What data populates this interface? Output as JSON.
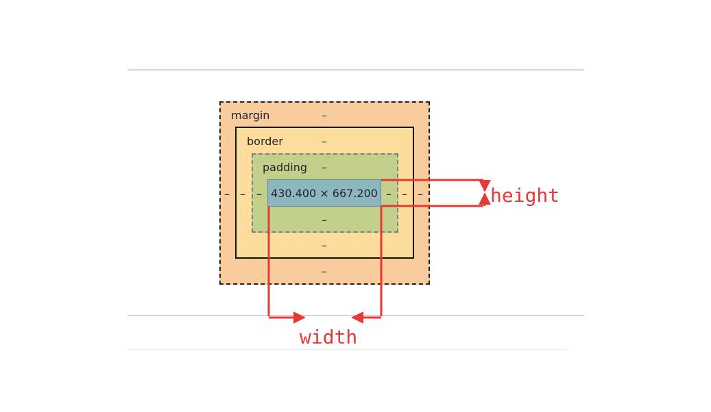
{
  "box_model": {
    "margin": {
      "label": "margin",
      "top": "–",
      "right": "–",
      "bottom": "–",
      "left": "–"
    },
    "border": {
      "label": "border",
      "top": "–",
      "right": "–",
      "bottom": "–",
      "left": "–"
    },
    "padding": {
      "label": "padding",
      "top": "–",
      "right": "–",
      "bottom": "–",
      "left": "–"
    },
    "content": {
      "dimensions": "430.400 × 667.200"
    }
  },
  "annotations": {
    "height": "height",
    "width": "width"
  },
  "colors": {
    "margin": "#f9cc9d",
    "border": "#fddd9b",
    "padding": "#c3d08b",
    "content": "#8cb6c0",
    "annotation": "#e53935"
  }
}
